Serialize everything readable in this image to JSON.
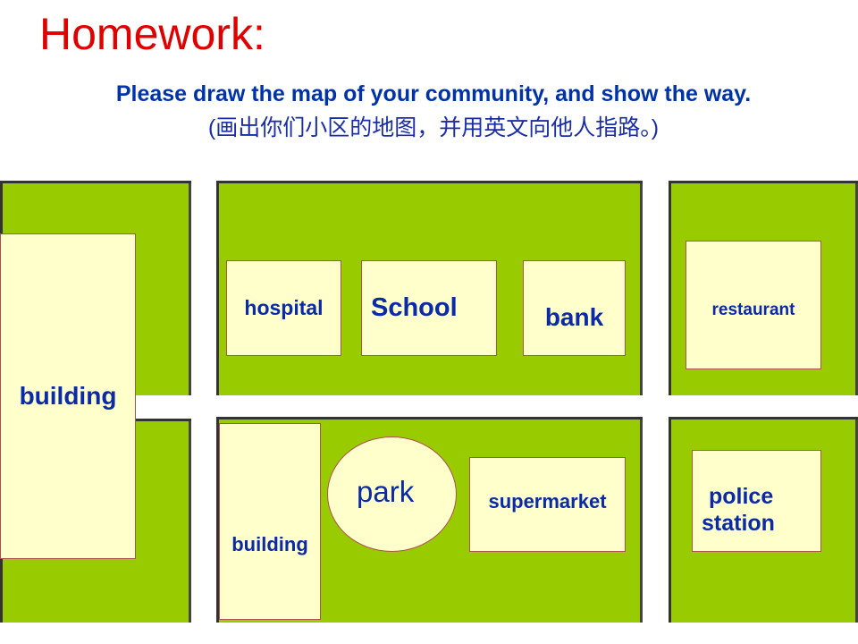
{
  "slide": {
    "title": "Homework:",
    "instruction_en": "Please draw the map of your community, and show the way.",
    "instruction_cn": "(画出你们小区的地图，并用英文向他人指路。)"
  },
  "map": {
    "places": {
      "building_left": "building",
      "hospital": "hospital",
      "school": "School",
      "bank": "bank",
      "restaurant": "restaurant",
      "building_mid": "building",
      "park": "park",
      "supermarket": "supermarket",
      "police_line1": "police",
      "police_line2": "station"
    }
  },
  "colors": {
    "title": "#e00000",
    "text": "#0033aa",
    "grass": "#99cc00",
    "building_fill": "#ffffcc",
    "building_border": "#b05050"
  }
}
